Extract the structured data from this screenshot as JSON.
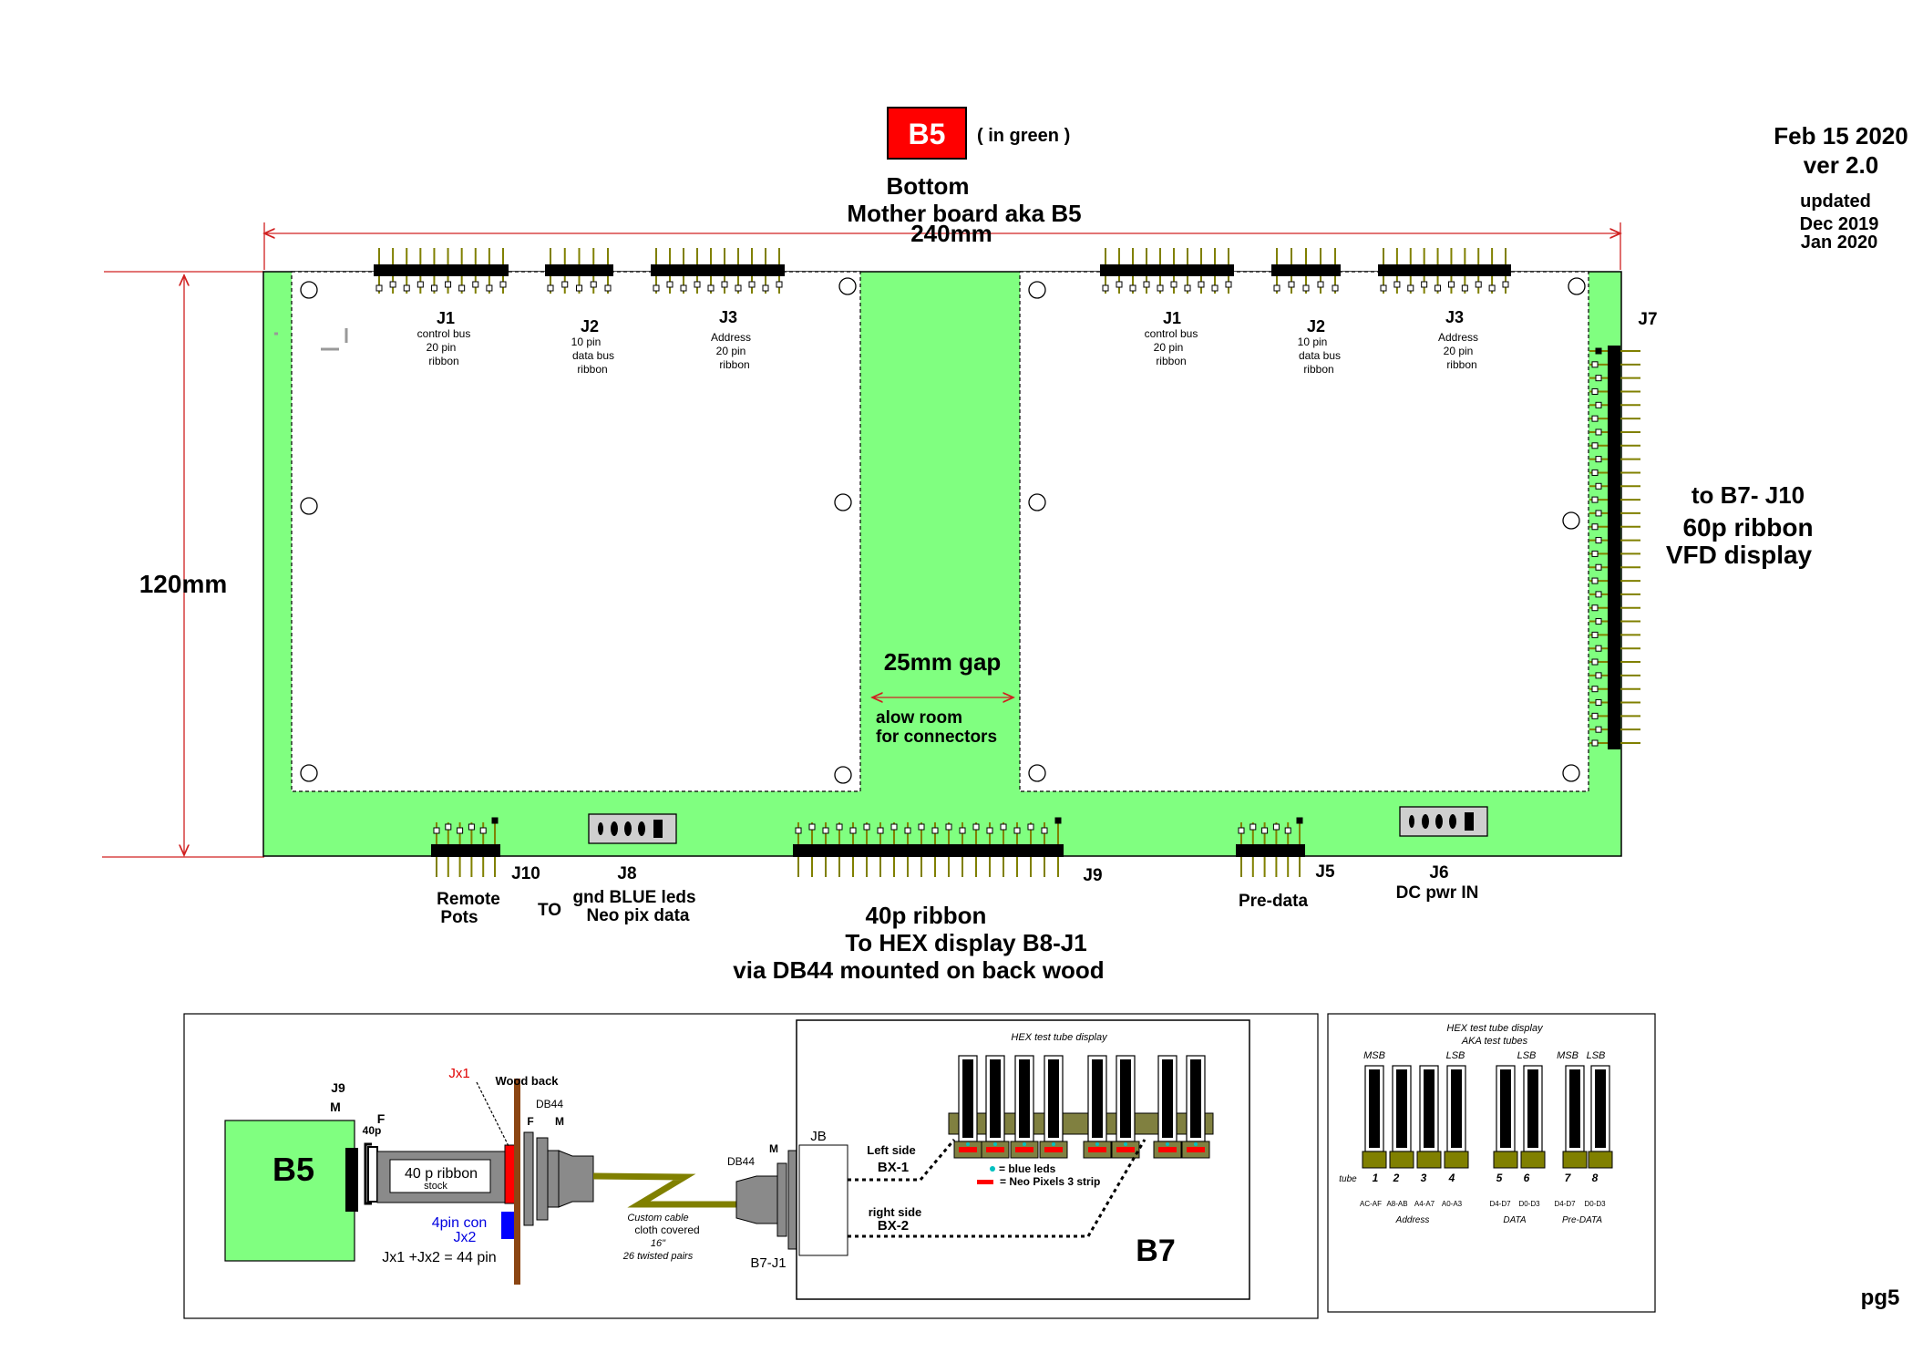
{
  "header": {
    "badge": "B5",
    "badge_note": "( in green )",
    "title_line1": "Bottom",
    "title_line2": "Mother board aka B5",
    "date": "Feb 15 2020",
    "version": "ver 2.0",
    "updated_label": "updated",
    "updated_1": "Dec 2019",
    "updated_2": "Jan 2020"
  },
  "dims": {
    "width": "240mm",
    "height": "120mm",
    "gap": "25mm gap",
    "gap_note_1": "alow room",
    "gap_note_2": "for connectors"
  },
  "left_conn": {
    "j1": "J1",
    "j1_d1": "control bus",
    "j1_d2": "20  pin",
    "j1_d3": "ribbon",
    "j2": "J2",
    "j2_d1": "10 pin",
    "j2_d2": "data bus",
    "j2_d3": "ribbon",
    "j3": "J3",
    "j3_d1": "Address",
    "j3_d2": "20  pin",
    "j3_d3": "ribbon"
  },
  "right_conn": {
    "j1": "J1",
    "j1_d1": "control bus",
    "j1_d2": "20  pin",
    "j1_d3": "ribbon",
    "j2": "J2",
    "j2_d1": "10 pin",
    "j2_d2": "data bus",
    "j2_d3": "ribbon",
    "j3": "J3",
    "j3_d1": "Address",
    "j3_d2": "20  pin",
    "j3_d3": "ribbon"
  },
  "j7": {
    "label": "J7",
    "to_1": "to  B7- J10",
    "to_2": "60p ribbon",
    "to_3": "VFD display"
  },
  "bottom_conn": {
    "j10": "J10",
    "j10_d1": "Remote",
    "j10_d2": "Pots",
    "to": "TO",
    "j8": "J8",
    "j8_d1": "gnd BLUE leds",
    "j8_d2": "Neo pix data",
    "j9": "J9",
    "j9_d1": "40p ribbon",
    "j9_d2": "To HEX display B8-J1",
    "j9_d3": "via DB44 mounted on back wood",
    "j5": "J5",
    "j5_d1": "Pre-data",
    "j6": "J6",
    "j6_d1": "DC pwr IN"
  },
  "cable_panel": {
    "b5": "B5",
    "j9": "J9",
    "m": "M",
    "f": "F",
    "p40": "40p",
    "ribbon_1": "40 p ribbon",
    "ribbon_2": "stock",
    "jx1": "Jx1",
    "wood": "Wood back",
    "f2": "F",
    "db44": "DB44",
    "m2": "M",
    "pin_con_1": "4pin con",
    "pin_con_2": "Jx2",
    "total": "Jx1 +Jx2 = 44 pin",
    "cable_1": "Custom cable",
    "cable_2": "cloth covered",
    "cable_3": "16\"",
    "cable_4": "26 twisted pairs",
    "db44_b": "DB44",
    "m3": "M",
    "jb": "JB",
    "b7j1": "B7-J1",
    "left_side": "Left side",
    "bx1": "BX-1",
    "right_side": "right side",
    "bx2": "BX-2",
    "hex_title": "HEX test tube display",
    "legend_blue": "= blue leds",
    "legend_red": "= Neo Pixels 3 strip",
    "b7": "B7"
  },
  "tube_panel": {
    "title_1": "HEX test tube display",
    "title_2": "AKA test tubes",
    "msb1": "MSB",
    "lsb1": "LSB",
    "lsb2": "LSB",
    "msb2": "MSB",
    "lsb3": "LSB",
    "tube": "tube",
    "n1": "1",
    "n2": "2",
    "n3": "3",
    "n4": "4",
    "n5": "5",
    "n6": "6",
    "n7": "7",
    "n8": "8",
    "s1": "AC-AF",
    "s2": "A8-AB",
    "s3": "A4-A7",
    "s4": "A0-A3",
    "s5": "D4-D7",
    "s6": "D0-D3",
    "s7": "D4-D7",
    "s8": "D0-D3",
    "g_addr": "Address",
    "g_data": "DATA",
    "g_pre": "Pre-DATA"
  },
  "page": "pg5"
}
